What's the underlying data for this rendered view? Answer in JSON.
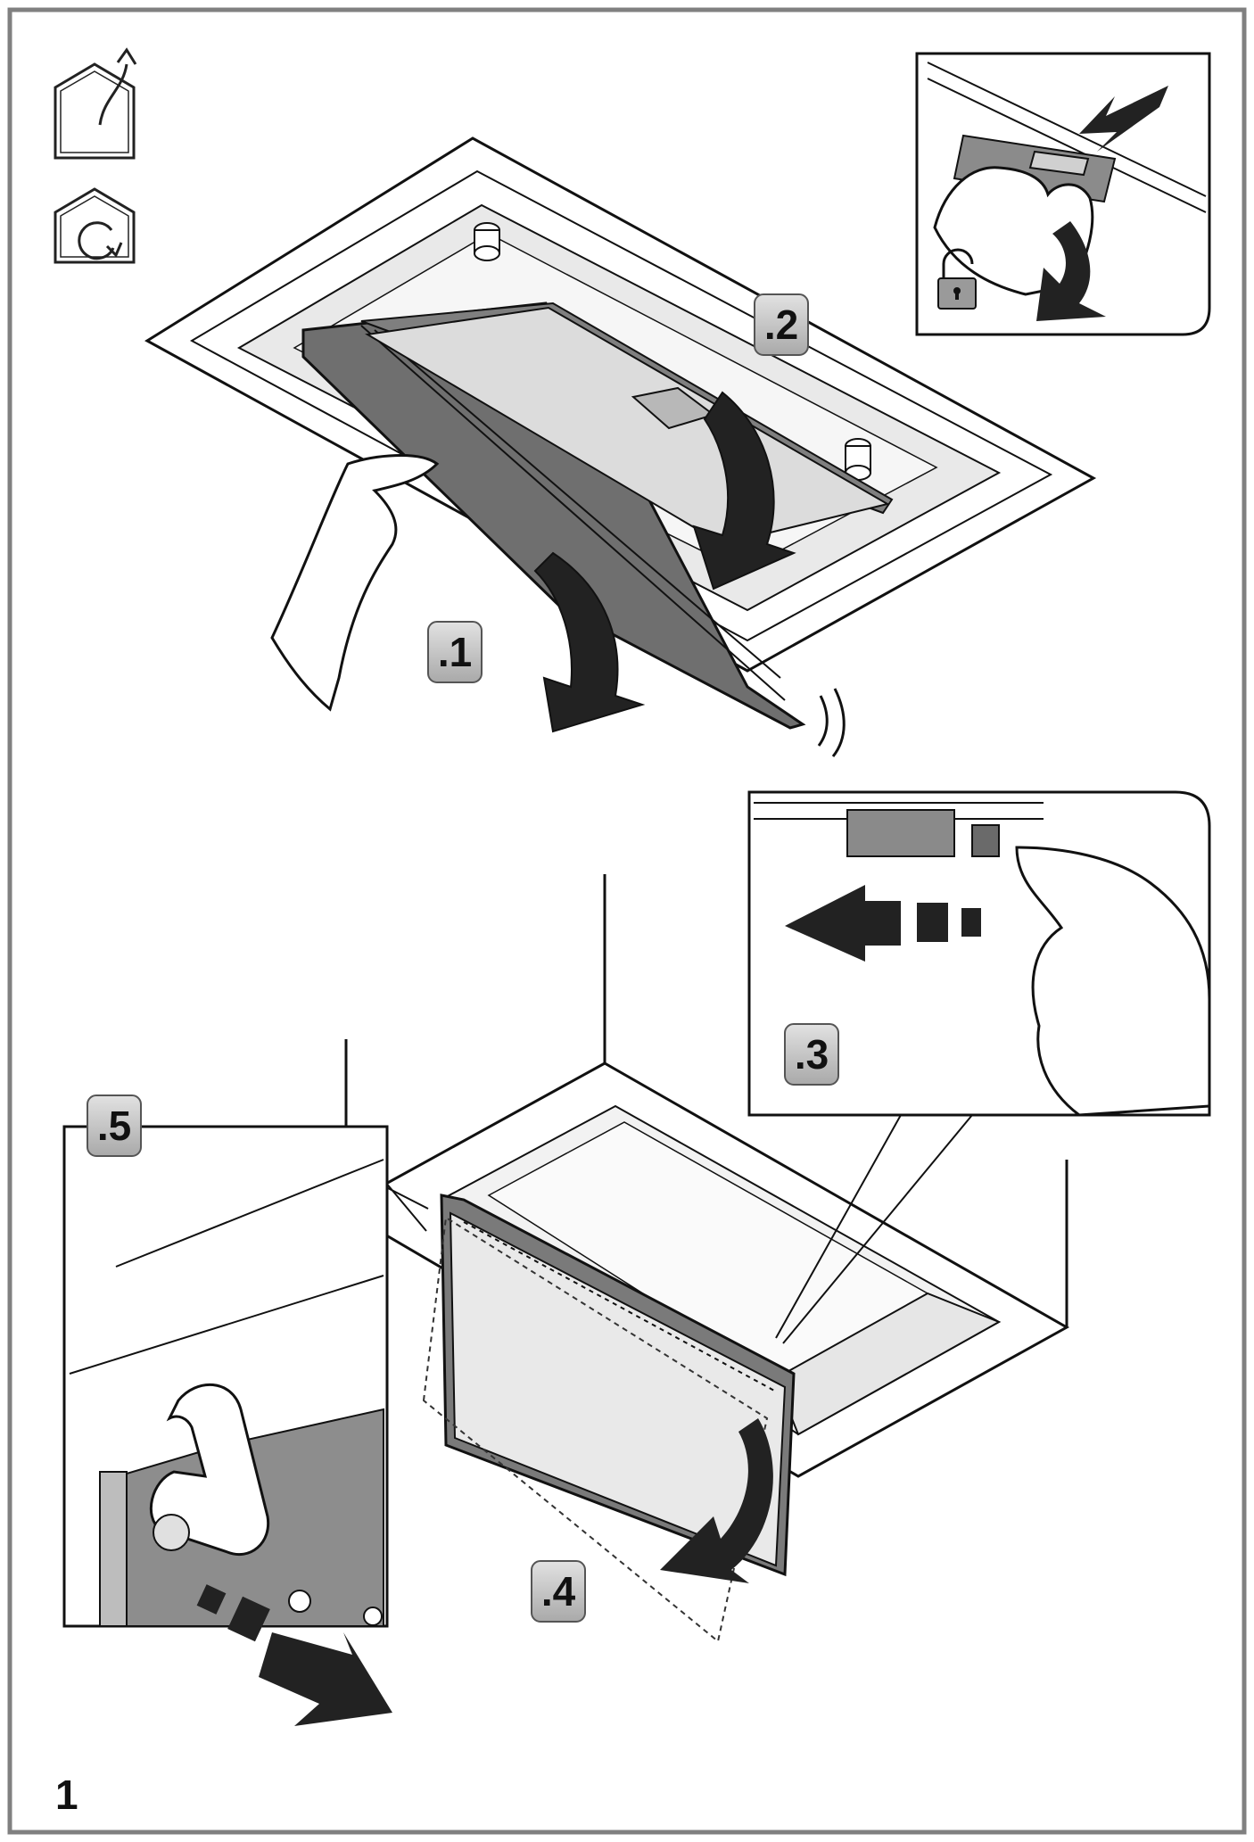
{
  "figure": {
    "page_number": "1",
    "steps": [
      ".1",
      ".2",
      ".3",
      ".4",
      ".5"
    ],
    "icons": [
      "exhaust-out-icon",
      "recirculation-icon",
      "padlock-open-icon"
    ],
    "colors": {
      "line": "#111111",
      "panel": "#7a7a7a",
      "panel_light": "#d9d9d9",
      "glass": "#efefef",
      "frame_border": "#808080",
      "badge": "#c9c9c9"
    }
  }
}
